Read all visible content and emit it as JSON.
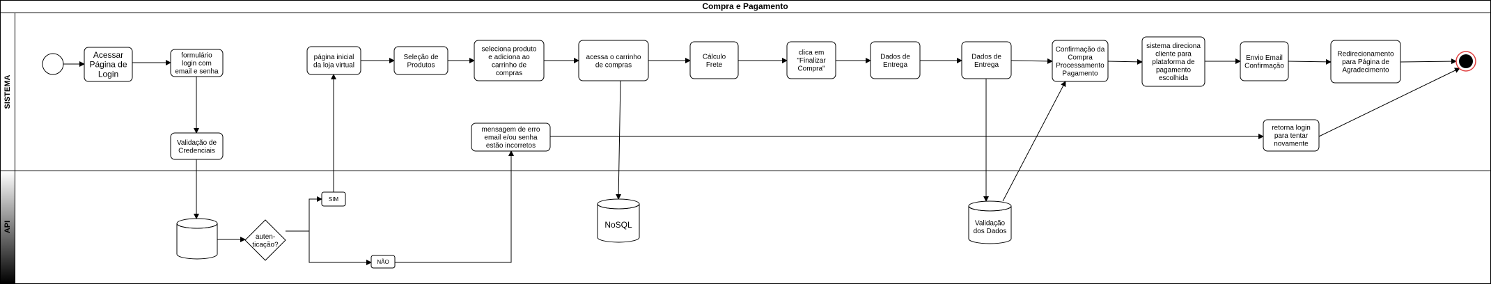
{
  "title": "Compra e Pagamento",
  "lanes": [
    {
      "id": "sistema",
      "label": "SISTEMA"
    },
    {
      "id": "api",
      "label": "API"
    }
  ],
  "nodes": [
    {
      "id": "start",
      "kind": "start",
      "lines": []
    },
    {
      "id": "acessar",
      "kind": "task",
      "lines": [
        "Acessar",
        "Página de",
        "Login"
      ]
    },
    {
      "id": "formulario",
      "kind": "task",
      "lines": [
        "formulário",
        "login com",
        "email e senha"
      ]
    },
    {
      "id": "validacao",
      "kind": "task",
      "lines": [
        "Validação de",
        "Credenciais"
      ]
    },
    {
      "id": "db1",
      "kind": "db",
      "lines": []
    },
    {
      "id": "gateway",
      "kind": "gateway",
      "lines": [
        "auten-",
        "ticação?"
      ]
    },
    {
      "id": "sim",
      "kind": "label",
      "lines": [
        "SIM"
      ]
    },
    {
      "id": "nao",
      "kind": "label",
      "lines": [
        "NÃO"
      ]
    },
    {
      "id": "pagina_inicial",
      "kind": "task",
      "lines": [
        "página inicial",
        "da loja virtual"
      ]
    },
    {
      "id": "selecao",
      "kind": "task",
      "lines": [
        "Seleção de",
        "Produtos"
      ]
    },
    {
      "id": "seleciona",
      "kind": "task",
      "lines": [
        "seleciona produto",
        "e adiciona ao",
        "carrinho de",
        "compras"
      ]
    },
    {
      "id": "erro",
      "kind": "task",
      "lines": [
        "mensagem de erro",
        "email e/ou senha",
        "estão incorretos"
      ]
    },
    {
      "id": "acessa",
      "kind": "task",
      "lines": [
        "acessa o carrinho",
        "de compras"
      ]
    },
    {
      "id": "nosql",
      "kind": "db",
      "lines": [
        "NoSQL"
      ]
    },
    {
      "id": "frete",
      "kind": "task",
      "lines": [
        "Cálculo",
        "Frete"
      ]
    },
    {
      "id": "finalizar",
      "kind": "task",
      "lines": [
        "clica em",
        "\"Finalizar",
        "Compra\""
      ]
    },
    {
      "id": "dados1",
      "kind": "task",
      "lines": [
        "Dados de",
        "Entrega"
      ]
    },
    {
      "id": "dados2",
      "kind": "task",
      "lines": [
        "Dados de",
        "Entrega"
      ]
    },
    {
      "id": "validacao_dados",
      "kind": "db",
      "lines": [
        "Validação",
        "dos Dados"
      ]
    },
    {
      "id": "confirmacao",
      "kind": "task",
      "lines": [
        "Confirmação da",
        "Compra",
        "Processamento",
        "Pagamento"
      ]
    },
    {
      "id": "direciona",
      "kind": "task",
      "lines": [
        "sistema direciona",
        "cliente para",
        "plataforma de",
        "pagamento",
        "escolhida"
      ]
    },
    {
      "id": "envio",
      "kind": "task",
      "lines": [
        "Envio Email",
        "Confirmação"
      ]
    },
    {
      "id": "redirecionamento",
      "kind": "task",
      "lines": [
        "Redirecionamento",
        "para Página de",
        "Agradecimento"
      ]
    },
    {
      "id": "retorna",
      "kind": "task",
      "lines": [
        "retorna login",
        "para tentar",
        "novamente"
      ]
    },
    {
      "id": "end",
      "kind": "end",
      "lines": []
    }
  ],
  "edges": [
    [
      "start",
      "acessar"
    ],
    [
      "acessar",
      "formulario"
    ],
    [
      "formulario",
      "validacao"
    ],
    [
      "validacao",
      "db1"
    ],
    [
      "db1",
      "gateway"
    ],
    [
      "gateway",
      "sim"
    ],
    [
      "gateway",
      "nao"
    ],
    [
      "sim",
      "pagina_inicial"
    ],
    [
      "nao",
      "erro"
    ],
    [
      "pagina_inicial",
      "selecao"
    ],
    [
      "selecao",
      "seleciona"
    ],
    [
      "seleciona",
      "acessa"
    ],
    [
      "acessa",
      "nosql"
    ],
    [
      "acessa",
      "frete"
    ],
    [
      "frete",
      "finalizar"
    ],
    [
      "finalizar",
      "dados1"
    ],
    [
      "dados1",
      "dados2"
    ],
    [
      "dados2",
      "validacao_dados"
    ],
    [
      "validacao_dados",
      "confirmacao"
    ],
    [
      "dados2",
      "confirmacao"
    ],
    [
      "confirmacao",
      "direciona"
    ],
    [
      "direciona",
      "envio"
    ],
    [
      "envio",
      "redirecionamento"
    ],
    [
      "redirecionamento",
      "end"
    ],
    [
      "erro",
      "retorna"
    ],
    [
      "retorna",
      "end"
    ]
  ],
  "colors": {
    "stroke": "#000000",
    "end_ring": "#e04040",
    "end_fill": "#000000",
    "lane_label_dark": "#000000"
  }
}
